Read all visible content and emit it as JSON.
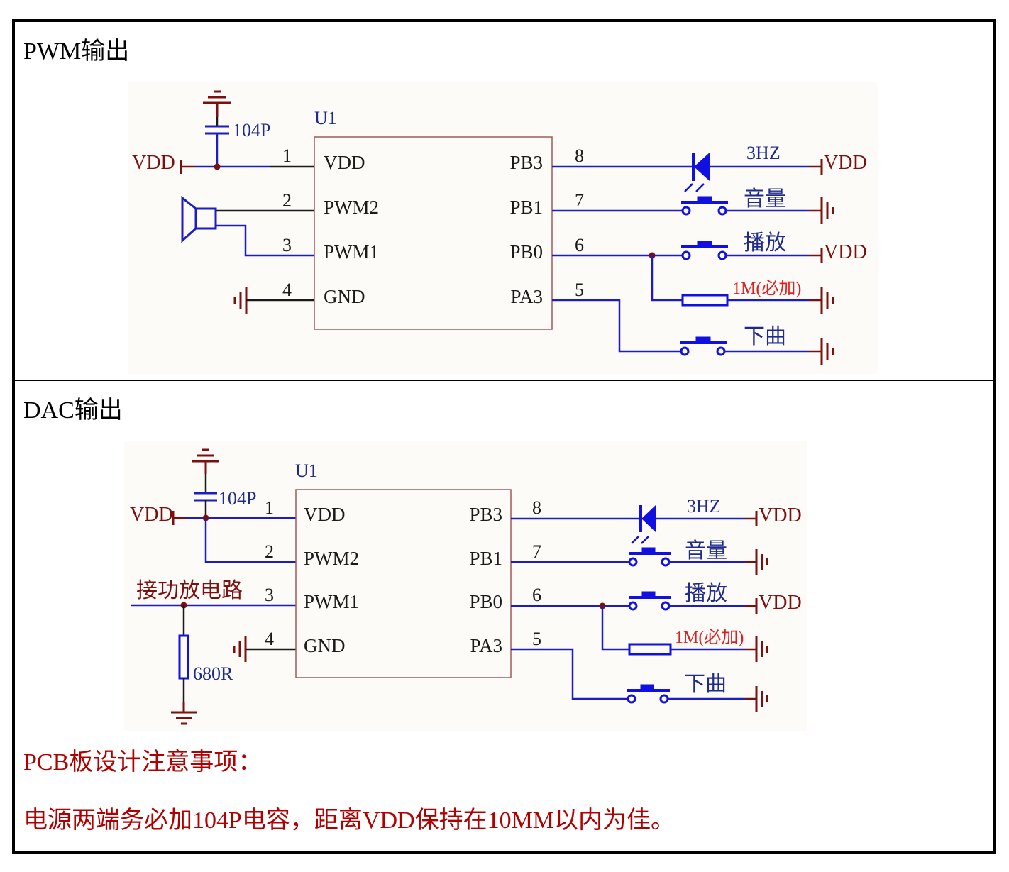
{
  "colors": {
    "wire_blue": "#1c1cc0",
    "wire_black": "#1a1a1a",
    "power_red": "#7a1010",
    "label_blue": "#1e2a8c",
    "chip_border": "#a05a5a",
    "note_red": "#b00000",
    "junction": "#7a1010",
    "component_blue": "#1010e0",
    "warning_red": "#e02020"
  },
  "sections": [
    {
      "title": "PWM输出",
      "chip": {
        "ref": "U1",
        "left_pins": [
          {
            "num": "1",
            "name": "VDD"
          },
          {
            "num": "2",
            "name": "PWM2"
          },
          {
            "num": "3",
            "name": "PWM1"
          },
          {
            "num": "4",
            "name": "GND"
          }
        ],
        "right_pins": [
          {
            "num": "8",
            "name": "PB3"
          },
          {
            "num": "7",
            "name": "PB1"
          },
          {
            "num": "6",
            "name": "PB0"
          },
          {
            "num": "5",
            "name": "PA3"
          }
        ]
      },
      "capacitor_label": "104P",
      "vdd_label": "VDD",
      "led_label": "3HZ",
      "buttons": [
        "音量",
        "播放",
        "下曲"
      ],
      "resistor_label": "1M(必加)",
      "right_power": [
        "VDD",
        "VDD"
      ]
    },
    {
      "title": "DAC输出",
      "chip": {
        "ref": "U1",
        "left_pins": [
          {
            "num": "1",
            "name": "VDD"
          },
          {
            "num": "2",
            "name": "PWM2"
          },
          {
            "num": "3",
            "name": "PWM1"
          },
          {
            "num": "4",
            "name": "GND"
          }
        ],
        "right_pins": [
          {
            "num": "8",
            "name": "PB3"
          },
          {
            "num": "7",
            "name": "PB1"
          },
          {
            "num": "6",
            "name": "PB0"
          },
          {
            "num": "5",
            "name": "PA3"
          }
        ]
      },
      "capacitor_label": "104P",
      "vdd_label": "VDD",
      "amp_label": "接功放电路",
      "pulldown_label": "680R",
      "led_label": "3HZ",
      "buttons": [
        "音量",
        "播放",
        "下曲"
      ],
      "resistor_label": "1M(必加)",
      "right_power": [
        "VDD",
        "VDD"
      ]
    }
  ],
  "notes": {
    "title": "PCB板设计注意事项：",
    "body": "电源两端务必加104P电容，距离VDD保持在10MM以内为佳。"
  }
}
